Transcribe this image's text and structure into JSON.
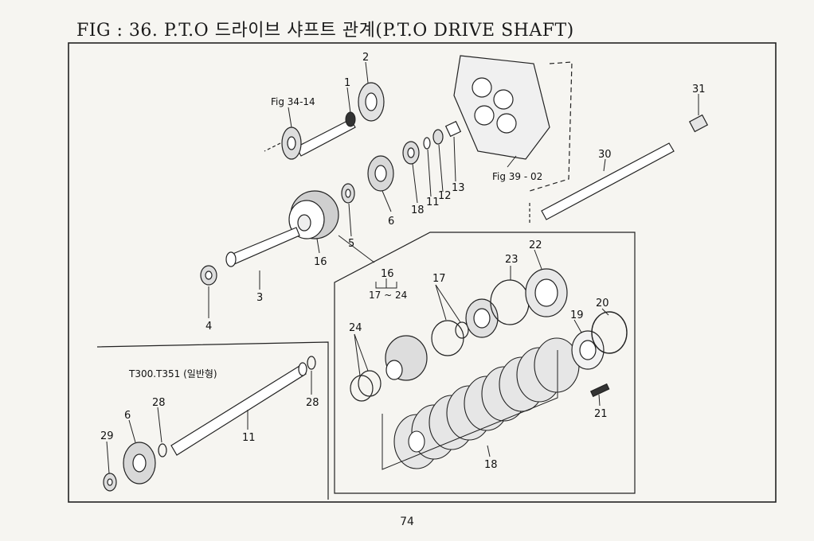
{
  "title": "FIG : 36. P.T.O 드라이브 샤프트 관계(P.T.O DRIVE SHAFT)",
  "page_number": "74",
  "refs": {
    "fig34": "Fig 34-14",
    "fig39": "Fig 39 - 02"
  },
  "variant_caption": "T300.T351 (일반형)",
  "group_label": "16",
  "group_range": "17 ~ 24",
  "callouts": {
    "c1": "1",
    "c2": "2",
    "c3": "3",
    "c4": "4",
    "c5": "5",
    "c6": "6",
    "c11": "11",
    "c12": "12",
    "c13": "13",
    "c16": "16",
    "c17": "17",
    "c18": "18",
    "c19": "19",
    "c20": "20",
    "c21": "21",
    "c22": "22",
    "c23": "23",
    "c24": "24",
    "c30": "30",
    "c31": "31",
    "v6": "6",
    "v11": "11",
    "v18": "18",
    "v28a": "28",
    "v28b": "28",
    "v29": "29"
  }
}
